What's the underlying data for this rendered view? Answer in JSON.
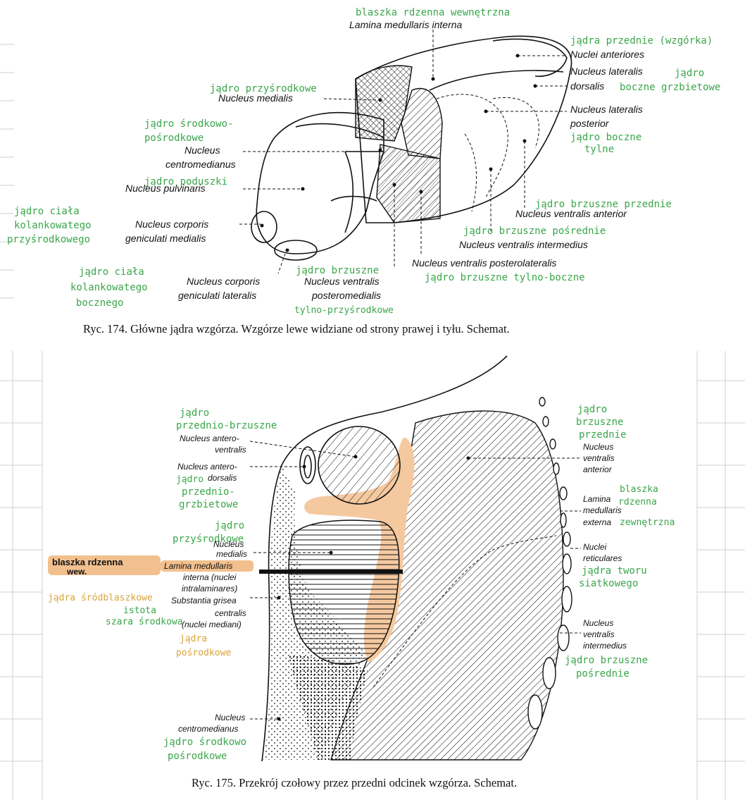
{
  "figure1": {
    "caption": "Ryc. 174. Główne jądra wzgórza. Wzgórze lewe widziane od strony prawej i tyłu. Schemat.",
    "labels": [
      {
        "id": "lamina-medullaris-interna",
        "text": "Lamina medullaris interna",
        "note": "blaszka rdzenna wewnętrzna"
      },
      {
        "id": "nuclei-anteriores",
        "text": "Nuclei anteriores",
        "note": "jądra przednie (wzgórka)"
      },
      {
        "id": "nucleus-lateralis-dorsalis",
        "text1": "Nucleus lateralis",
        "text2": "dorsalis",
        "note1": "jądro",
        "note2": "boczne grzbietowe"
      },
      {
        "id": "nucleus-medialis",
        "text": "Nucleus medialis",
        "note": "jądro przyśrodkowe"
      },
      {
        "id": "nucleus-lateralis-posterior",
        "text1": "Nucleus lateralis",
        "text2": "posterior",
        "note1": "jądro boczne",
        "note2": "tylne"
      },
      {
        "id": "nucleus-centromedianus",
        "text1": "Nucleus",
        "text2": "centromedianus",
        "note1": "jądro środkowo-",
        "note2": "pośrodkowe"
      },
      {
        "id": "nucleus-pulvinaris",
        "text": "Nucleus pulvinaris",
        "note": "jądro poduszki"
      },
      {
        "id": "nucleus-ventralis-anterior",
        "text": "Nucleus ventralis anterior",
        "note": "jądro brzuszne przednie"
      },
      {
        "id": "nucleus-corporis-geniculati-medialis",
        "text1": "Nucleus corporis",
        "text2": "geniculati medialis",
        "note1": "jądro ciała",
        "note2": "kolankowatego",
        "note3": "przyśrodkowego"
      },
      {
        "id": "nucleus-ventralis-intermedius",
        "text": "Nucleus ventralis intermedius",
        "note": "jądro brzuszne pośrednie"
      },
      {
        "id": "nucleus-ventralis-posterolateralis",
        "text": "Nucleus ventralis posterolateralis",
        "note": "jądro brzuszne tylno-boczne"
      },
      {
        "id": "nucleus-corporis-geniculati-lateralis",
        "text1": "Nucleus corporis",
        "text2": "geniculati lateralis",
        "note1": "jądro ciała",
        "note2": "kolankowatego",
        "note3": "bocznego"
      },
      {
        "id": "nucleus-ventralis-posteromedialis",
        "text1": "Nucleus ventralis",
        "text2": "posteromedialis",
        "note1": "jądro brzuszne",
        "note2": "tylno-przyśrodkowe"
      }
    ]
  },
  "figure2": {
    "caption": "Ryc. 175. Przekrój czołowy przez przedni odcinek wzgórza. Schemat.",
    "labels": [
      {
        "id": "nucleus-anteroventralis",
        "text1": "Nucleus antero-",
        "text2": "ventralis",
        "note1": "jądro",
        "note2": "przednio-brzuszne"
      },
      {
        "id": "nucleus-anterodorsalis",
        "text1": "Nucleus antero-",
        "text2": "dorsalis",
        "note1": "jądro",
        "note2": "przednio-",
        "note3": "grzbietowe"
      },
      {
        "id": "nucleus-medialis",
        "text1": "Nucleus",
        "text2": "medialis",
        "note1": "jądro",
        "note2": "przyśrodkowe"
      },
      {
        "id": "lamina-medullaris-interna",
        "text1": "Lamina medullaris",
        "text2": "interna (nuclei",
        "text3": "intralaminares)",
        "highlight": "blaszka rdzenna",
        "highlight2": "wew.",
        "note": "jądra śródblaszkowe"
      },
      {
        "id": "substantia-grisea-centralis",
        "text1": "Substantia grisea",
        "text2": "centralis",
        "text3": "(nuclei mediani)",
        "note1": "istota",
        "note2": "szara środkowa",
        "noteY1": "jądra",
        "noteY2": "pośrodkowe"
      },
      {
        "id": "nucleus-centromedianus",
        "text1": "Nucleus",
        "text2": "centromedianus",
        "note1": "jądro środkowo",
        "note2": "pośrodkowe"
      },
      {
        "id": "nucleus-ventralis-anterior",
        "text1": "Nucleus",
        "text2": "ventralis",
        "text3": "anterior",
        "note1": "jądro",
        "note2": "brzuszne",
        "note3": "przednie"
      },
      {
        "id": "lamina-medullaris-externa",
        "text1": "Lamina",
        "text2": "medullaris",
        "text3": "externa",
        "note1": "blaszka",
        "note2": "rdzenna",
        "note3": "zewnętrzna"
      },
      {
        "id": "nuclei-reticulares",
        "text1": "Nuclei",
        "text2": "reticulares",
        "note1": "jądra tworu",
        "note2": "siatkowego"
      },
      {
        "id": "nucleus-ventralis-intermedius",
        "text1": "Nucleus",
        "text2": "ventralis",
        "text3": "intermedius",
        "note1": "jądro brzuszne",
        "note2": "pośrednie"
      }
    ]
  },
  "colors": {
    "handwriting": "#3aa64a",
    "highlight": "#f5c9a0",
    "highlight_text_fill": "#f2c08e",
    "yellow_note": "#d8a43a",
    "ink": "#111111"
  }
}
